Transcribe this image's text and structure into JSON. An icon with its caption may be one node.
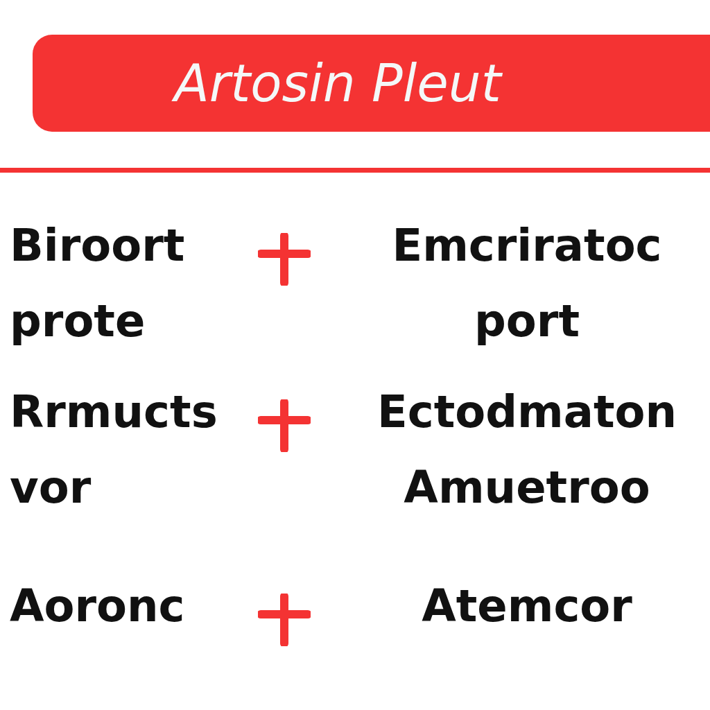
{
  "diagram": {
    "title": "Artosin Pleut",
    "labels": [
      "Biroort prote",
      "Emcriratoc port",
      "Rrmucts vor",
      "Ectodmaton Amuetroo",
      "Aoronc",
      "Atemcor"
    ]
  }
}
